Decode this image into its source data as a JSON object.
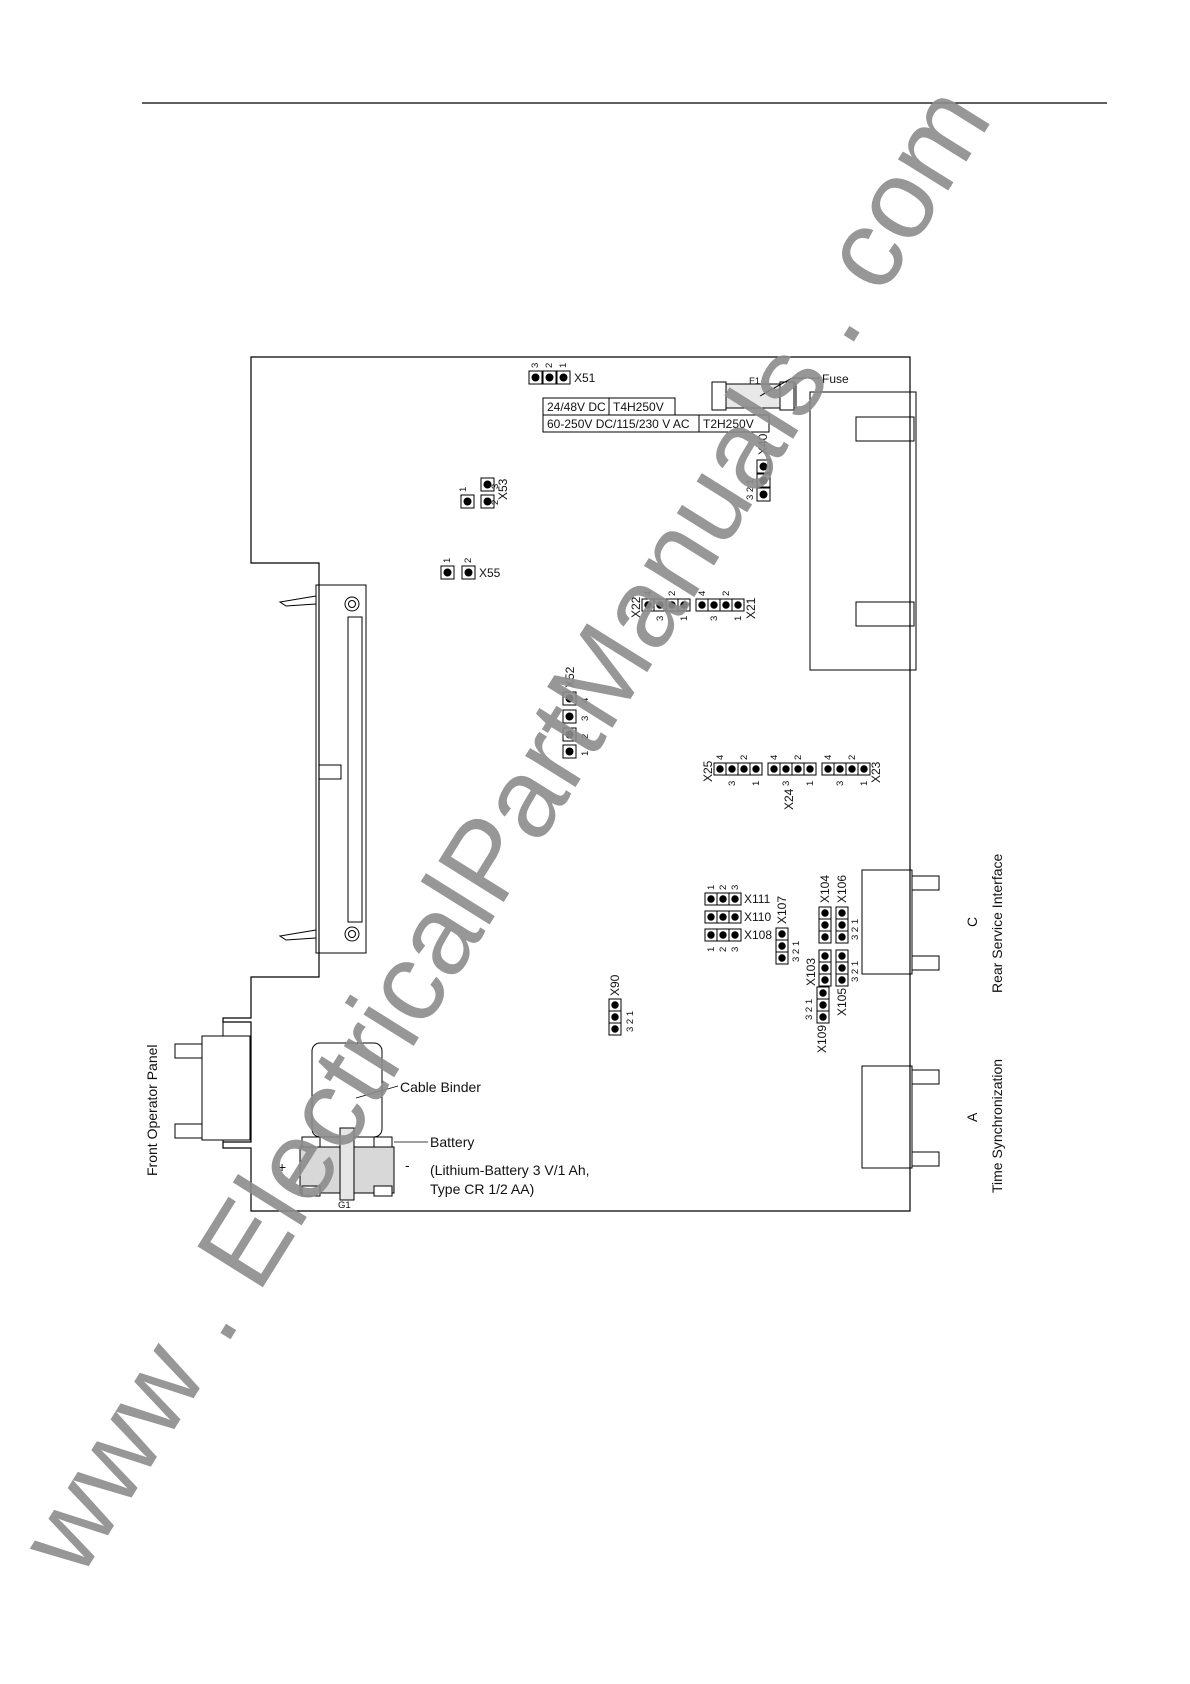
{
  "labels": {
    "fuse": "Fuse",
    "f1": "F1",
    "fuse_table": {
      "row1_voltage": "24/48V DC",
      "row1_rating": "T4H250V",
      "row2_voltage": "60-250V DC/115/230 V AC",
      "row2_rating": "T2H250V"
    },
    "cable_binder": "Cable Binder",
    "battery": "Battery",
    "battery_spec_1": "(Lithium-Battery 3 V/1 Ah,",
    "battery_spec_2": "Type CR 1/2 AA)",
    "g1": "G1",
    "plus": "+",
    "minus": "-",
    "front_operator_panel": "Front Operator Panel",
    "rear_service_interface": "Rear Service Interface",
    "time_synchronization": "Time Synchronization",
    "port_c": "C",
    "port_a": "A"
  },
  "jumpers": {
    "x51": "X51",
    "x53": "X53",
    "x55": "X55",
    "x40": "X40",
    "x22": "X22",
    "x21": "X21",
    "x52": "X52",
    "x25": "X25",
    "x24": "X24",
    "x23": "X23",
    "x111": "X111",
    "x110": "X110",
    "x108": "X108",
    "x107": "X107",
    "x104": "X104",
    "x106": "X106",
    "x103": "X103",
    "x105": "X105",
    "x109": "X109",
    "x90": "X90"
  },
  "pins": {
    "p1": "1",
    "p2": "2",
    "p3": "3",
    "p4": "4",
    "p321": "3 2 1"
  },
  "watermark": "www . ElectricalPartManuals . com"
}
